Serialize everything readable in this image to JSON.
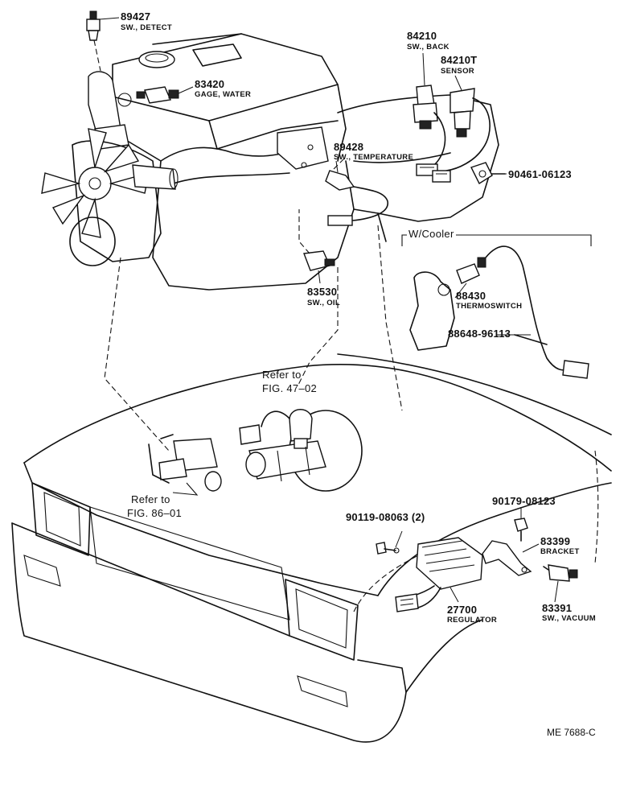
{
  "diagram": {
    "parts": [
      {
        "number": "89427",
        "name": "SW., DETECT"
      },
      {
        "number": "83420",
        "name": "GAGE, WATER"
      },
      {
        "number": "84210",
        "name": "SW., BACK"
      },
      {
        "number": "84210T",
        "name": "SENSOR"
      },
      {
        "number": "89428",
        "name": "SW., TEMPERATURE"
      },
      {
        "number": "90461-06123",
        "name": ""
      },
      {
        "number": "83530",
        "name": "SW., OIL"
      },
      {
        "number": "88430",
        "name": "THERMOSWITCH"
      },
      {
        "number": "88648-96113",
        "name": ""
      },
      {
        "number": "90119-08063 (2)",
        "name": ""
      },
      {
        "number": "90179-08123",
        "name": ""
      },
      {
        "number": "83399",
        "name": "BRACKET"
      },
      {
        "number": "27700",
        "name": "REGULATOR"
      },
      {
        "number": "83391",
        "name": "SW., VACUUM"
      }
    ],
    "cooler_label": "W/Cooler",
    "refs": [
      {
        "line1": "Refer to",
        "line2": "FIG. 47–02"
      },
      {
        "line1": "Refer to",
        "line2": "FIG. 86–01"
      }
    ],
    "code": "ME 7688-C"
  },
  "colors": {
    "ink": "#111111",
    "paper": "#ffffff"
  }
}
